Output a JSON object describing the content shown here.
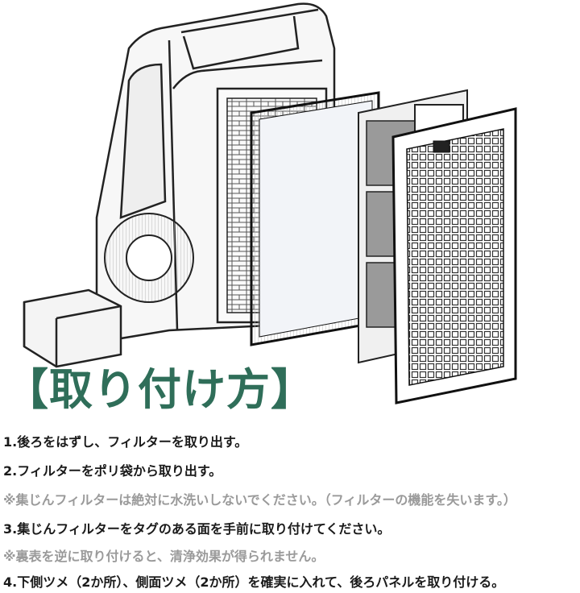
{
  "title": "【取り付け方】",
  "steps": [
    {
      "text": "1.後ろをはずし、フィルターを取り出す。",
      "kind": "step"
    },
    {
      "text": "2.フィルターをポリ袋から取り出す。",
      "kind": "step"
    },
    {
      "text": "※集じんフィルターは絶対に水洗いしないでください。（フィルターの機能を失います。）",
      "kind": "note"
    },
    {
      "text": "3.集じんフィルターをタグのある面を手前に取り付けてください。",
      "kind": "step"
    },
    {
      "text": "※裏表を逆に取り付けると、清浄効果が得られません。",
      "kind": "note"
    },
    {
      "text": "4.下側ツメ（2か所）、側面ツメ（2か所）を確実に入れて、後ろパネルを取り付ける。",
      "kind": "step"
    }
  ],
  "colors": {
    "title": "#2f6e59",
    "note": "#9a9a9a",
    "text": "#1a1a1a"
  }
}
